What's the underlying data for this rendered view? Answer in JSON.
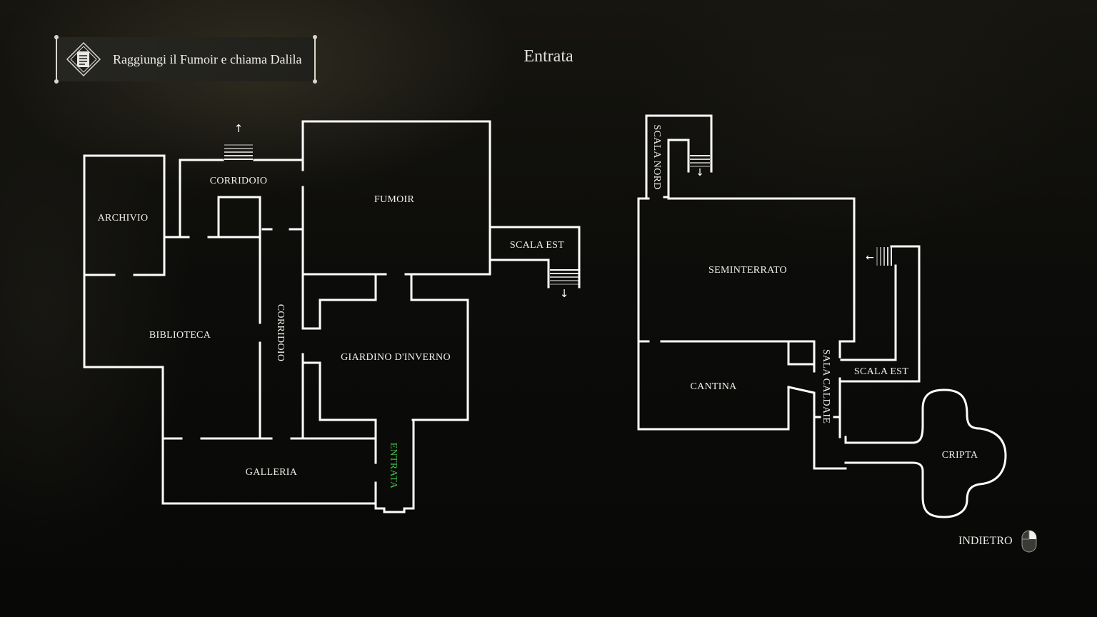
{
  "objective": {
    "icon": "notebook-icon",
    "text": "Raggiungi il Fumoir e chiama Dalila"
  },
  "current_area": "Entrata",
  "colors": {
    "wall": "#ffffff",
    "current_room": "#3fc24b",
    "text": "#f2f0ea"
  },
  "ground_floor": {
    "rooms": {
      "archivio": "ARCHIVIO",
      "corridoio_top": "CORRIDOIO",
      "fumoir": "FUMOIR",
      "scala_est": "SCALA EST",
      "biblioteca": "BIBLIOTECA",
      "corridoio_mid": "CORRIDOIO",
      "giardino": "GIARDINO D'INVERNO",
      "galleria": "GALLERIA",
      "entrata": "ENTRATA"
    }
  },
  "basement": {
    "rooms": {
      "scala_nord": "SCALA NORD",
      "seminterrato": "SEMINTERRATO",
      "cantina": "CANTINA",
      "sala_caldaie": "SALA CALDAIE",
      "scala_est": "SCALA EST",
      "cripta": "CRIPTA"
    }
  },
  "footer": {
    "back_label": "INDIETRO",
    "back_icon": "mouse-right-click-icon"
  }
}
